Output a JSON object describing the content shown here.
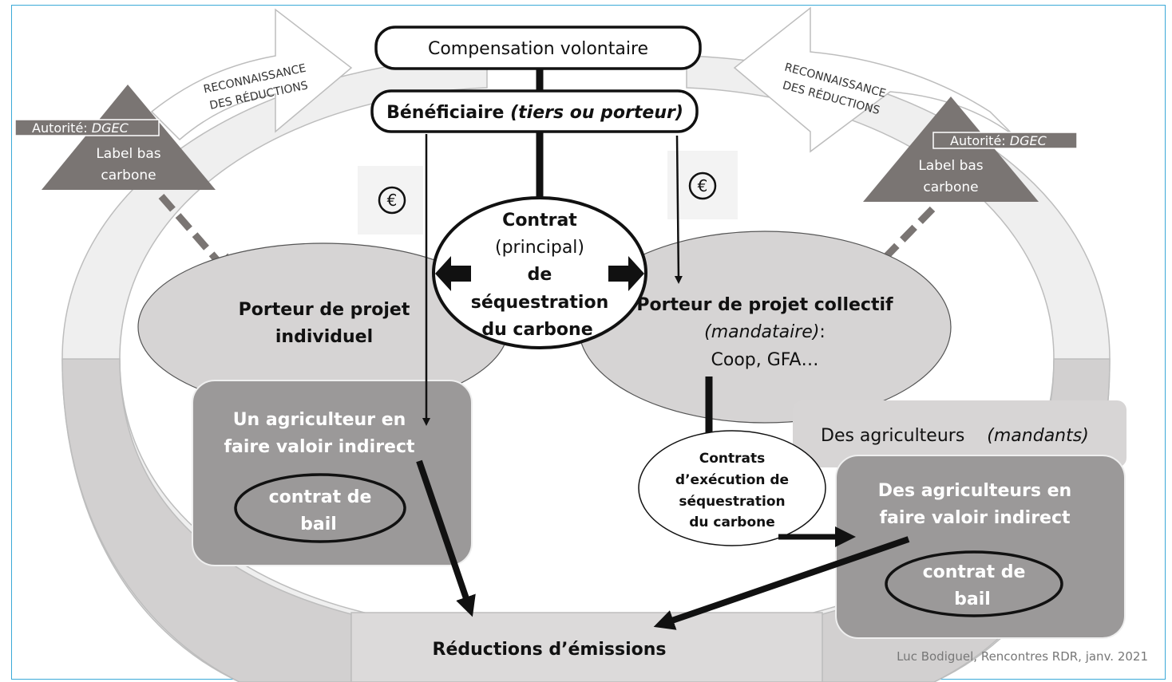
{
  "top_box": "Compensation volontaire",
  "beneficiary": {
    "main": "Bénéficiaire ",
    "italic": "(tiers ou porteur)"
  },
  "recognition_left": {
    "line1": "RECONNAISSANCE",
    "line2": "DES RÉDUCTIONS"
  },
  "recognition_right": {
    "line1": "RECONNAISSANCE",
    "line2": "DES RÉDUCTIONS"
  },
  "authority_left": {
    "prefix": "Autorité: ",
    "italic": "DGEC",
    "label_line1": "Label bas",
    "label_line2": "carbone"
  },
  "authority_right": {
    "prefix": "Autorité: ",
    "italic": "DGEC",
    "label_line1": "Label bas",
    "label_line2": "carbone"
  },
  "euro_symbol": "€",
  "central_contract": {
    "line1": "Contrat",
    "line2": "(principal)",
    "line3": "de",
    "line4": "séquestration",
    "line5": "du carbone"
  },
  "porteur_individuel": {
    "line1": "Porteur de projet",
    "line2": "individuel"
  },
  "porteur_collectif": {
    "line1": "Porteur de projet collectif",
    "line2_italic": "(mandataire)",
    "line2_suffix": ":",
    "line3": "Coop, GFA…"
  },
  "agri_individuel": {
    "line1": "Un agriculteur en",
    "line2": "faire valoir indirect",
    "bail_line1": "contrat de",
    "bail_line2": "bail"
  },
  "agri_mandants": {
    "main": "Des agriculteurs",
    "italic": "(mandants)"
  },
  "agri_collectif": {
    "line1": "Des agriculteurs en",
    "line2": "faire valoir indirect",
    "bail_line1": "contrat de",
    "bail_line2": "bail"
  },
  "contrats_execution": {
    "line1": "Contrats",
    "line2": "d’exécution de",
    "line3": "séquestration",
    "line4": "du carbone"
  },
  "reductions": "Réductions d’émissions",
  "credit": "Luc Bodiguel, Rencontres RDR, janv. 2021",
  "colors": {
    "frame": "#3ba9d8",
    "authority": "#7a7573",
    "ellipse_fill": "#d6d4d4",
    "box_dark": "#9b9999",
    "arrow_fill": "#cfcdcd"
  }
}
